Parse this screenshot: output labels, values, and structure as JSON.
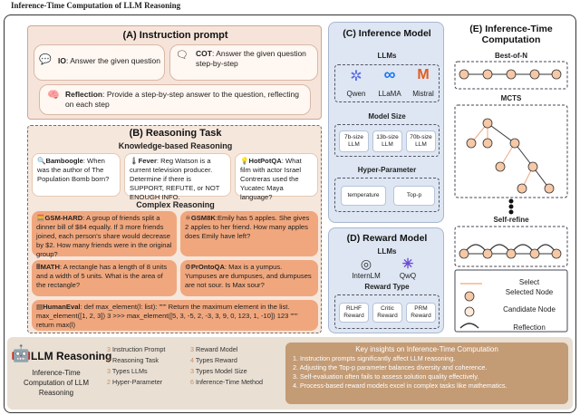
{
  "header": "Inference-Time Computation of LLM Reasoning",
  "panel_a": {
    "title": "(A) Instruction prompt",
    "io_label": "IO",
    "io_text": ": Answer the given question",
    "cot_label": "COT",
    "cot_text": ": Answer the given question step-by-step",
    "reflection_label": "Reflection",
    "reflection_text": ": Provide a step-by-step answer to the question, reflecting on each step"
  },
  "panel_b": {
    "title": "(B) Reasoning Task",
    "knowledge_title": "Knowledge-based Reasoning",
    "bamboogle_label": "Bamboogle",
    "bamboogle_text": ": When was the author of The Population Bomb born?",
    "fever_label": "Fever",
    "fever_text": ": Reg Watson is a current television producer. Determine if there is SUPPORT, REFUTE, or NOT ENOUGH INFO.",
    "hotpot_label": "HotPotQA",
    "hotpot_text": ": What film with actor Israel Contreras used the Yucatec Maya language?",
    "complex_title": "Complex Reasoning",
    "gsmhard_label": "GSM-HARD",
    "gsmhard_text": ": A group of friends split a dinner bill of $84 equally. If 3 more friends joined, each person's share would decrease by $2. How many friends were in the original group?",
    "gsm8k_label": "GSM8K",
    "gsm8k_text": ":Emily has 5 apples. She gives 2 apples to her friend. How many apples does Emily have left?",
    "math_label": "MATH",
    "math_text": ": A rectangle has a length of 8 units and a width of 5 units. What is the area of the rectangle?",
    "prontoqa_label": "PrOntoQA",
    "prontoqa_text": ": Max is a yumpus. Yumpuses are dumpuses, and dumpuses are not sour. Is Max sour?",
    "humaneval_label": "HumanEval",
    "humaneval_text": ": def max_element(l: list): \"\"\" Return the maximum element in the list. max_element([1, 2, 3]) 3 >>> max_element([5, 3, -5, 2, -3, 3, 9, 0, 123, 1, -10]) 123 \"\"\" return max(l)"
  },
  "panel_c": {
    "title": "(C) Inference Model",
    "llms_label": "LLMs",
    "models": [
      "Qwen",
      "LLaMA",
      "Mistral"
    ],
    "model_size_label": "Model Size",
    "sizes": [
      "7b-size LLM",
      "13b-size LLM",
      "70b-size LLM"
    ],
    "hyper_label": "Hyper-Parameter",
    "hyper": [
      "temperature",
      "Top-p"
    ]
  },
  "panel_d": {
    "title": "(D) Reward Model",
    "llms_label": "LLMs",
    "models": [
      "InternLM",
      "QwQ"
    ],
    "reward_type_label": "Reward Type",
    "reward_types": [
      "RLHF Reward",
      "Critic Reward",
      "PRM Reward"
    ]
  },
  "panel_e": {
    "title": "(E) Inference-Time Computation",
    "best_of_n": "Best-of-N",
    "mcts": "MCTS",
    "self_refine": "Self-refine",
    "legend": {
      "select": "Select",
      "selected_node": "Selected Node",
      "candidate_node": "Candidate Node",
      "reflection": "Reflection"
    }
  },
  "bottom": {
    "title": "LLM Reasoning",
    "subtitle": "Inference-Time Computation of LLM Reasoning",
    "items": [
      {
        "num": "3",
        "text": "Instruction Prompt"
      },
      {
        "num": "3",
        "text": "Reasoning Task"
      },
      {
        "num": "3",
        "text": "Types LLMs"
      },
      {
        "num": "2",
        "text": "Hyper-Parameter"
      },
      {
        "num": "3",
        "text": "Reward Model"
      },
      {
        "num": "4",
        "text": "Types Reward"
      },
      {
        "num": "3",
        "text": "Types Model Size"
      },
      {
        "num": "6",
        "text": "Inference-Time Method"
      }
    ],
    "insights_title": "Key insights on Inference-Time Computation",
    "insights": [
      "1. Instruction prompts significantly affect LLM reasoning.",
      "2. Adjusting the Top-p parameter balances diversity and coherence.",
      "3. Self-evaluation often fails to assess solution quality effectively.",
      "4. Process-based reward models excel in complex tasks like mathematics."
    ]
  },
  "colors": {
    "accent_orange": "#f0a77e",
    "panel_peach": "#f6e4da",
    "panel_blue": "#dde6f2",
    "insight_brown": "#c39b75",
    "node_fill": "#f6c8a6"
  }
}
